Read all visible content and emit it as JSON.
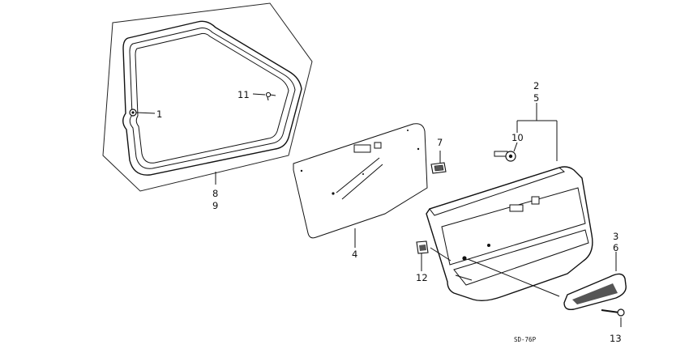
{
  "callouts": {
    "c1": "1",
    "c11": "11",
    "c8": "8",
    "c9": "9",
    "c4": "4",
    "c7": "7",
    "c2": "2",
    "c5": "5",
    "c10": "10",
    "c12": "12",
    "c3": "3",
    "c6": "6",
    "c13": "13"
  },
  "diagram_code": "SD-76P"
}
